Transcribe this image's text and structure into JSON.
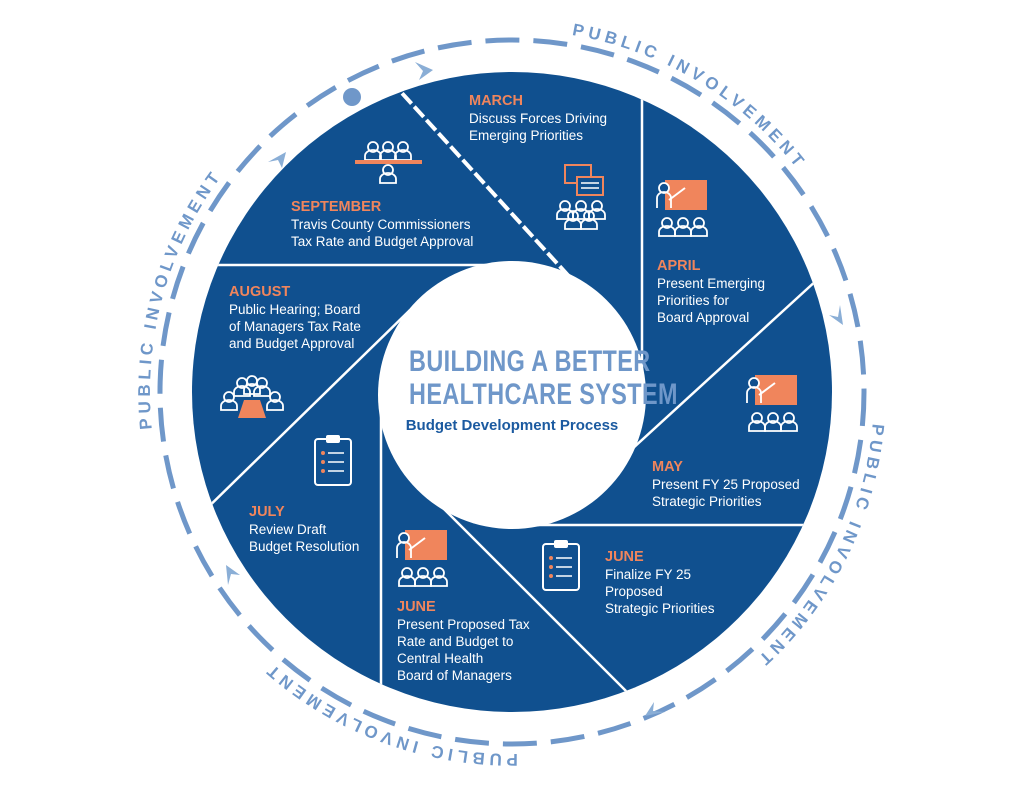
{
  "title": {
    "line1": "BUILDING A BETTER",
    "line2": "HEALTHCARE SYSTEM",
    "subtitle": "Budget Development Process"
  },
  "ring_labels": [
    "PUBLIC INVOLVEMENT",
    "PUBLIC INVOLVEMENT",
    "PUBLIC INVOLVEMENT",
    "PUBLIC INVOLVEMENT"
  ],
  "colors": {
    "primary": "#10508f",
    "accent": "#f0855c",
    "light": "#6f97c9"
  },
  "segments": [
    {
      "month": "MARCH",
      "lines": [
        "Discuss Forces Driving",
        "Emerging Priorities"
      ],
      "icon": "discussion-group-icon"
    },
    {
      "month": "APRIL",
      "lines": [
        "Present Emerging",
        "Priorities for",
        "Board Approval"
      ],
      "icon": "presenter-icon"
    },
    {
      "month": "MAY",
      "lines": [
        "Present FY 25 Proposed",
        "Strategic Priorities"
      ],
      "icon": "presenter-icon"
    },
    {
      "month": "JUNE",
      "lines": [
        "Finalize FY 25",
        "Proposed",
        "Strategic Priorities"
      ],
      "icon": "clipboard-checklist-icon"
    },
    {
      "month": "JUNE",
      "lines": [
        "Present Proposed Tax",
        "Rate and Budget to",
        "Central Health",
        "Board of Managers"
      ],
      "icon": "presenter-icon"
    },
    {
      "month": "JULY",
      "lines": [
        "Review Draft",
        "Budget Resolution"
      ],
      "icon": "clipboard-checklist-icon"
    },
    {
      "month": "AUGUST",
      "lines": [
        "Public Hearing; Board",
        "of Managers Tax Rate",
        "and Budget Approval"
      ],
      "icon": "meeting-table-icon"
    },
    {
      "month": "SEPTEMBER",
      "lines": [
        "Travis County Commissioners",
        "Tax Rate and Budget Approval"
      ],
      "icon": "panel-hearing-icon"
    }
  ]
}
